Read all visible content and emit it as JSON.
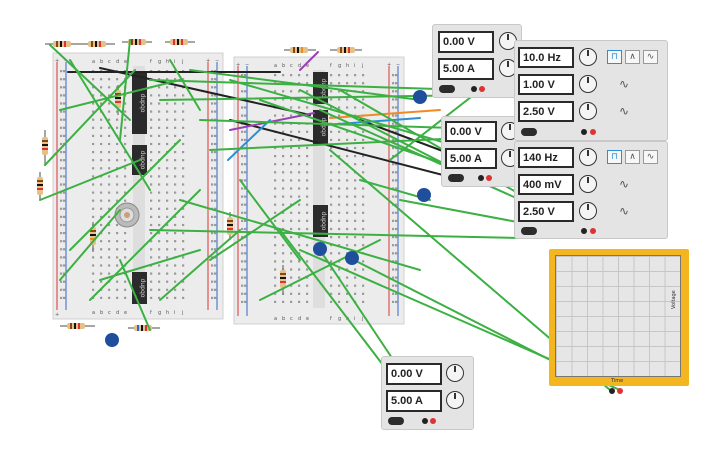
{
  "power_supply_1": {
    "voltage": "0.00 V",
    "current": "5.00 A"
  },
  "power_supply_2": {
    "voltage": "0.00 V",
    "current": "5.00 A"
  },
  "power_supply_3": {
    "voltage": "0.00 V",
    "current": "5.00 A"
  },
  "function_generator_1": {
    "frequency": "10.0 Hz",
    "amplitude": "1.00 V",
    "offset": "2.50 V"
  },
  "function_generator_2": {
    "frequency": "140 Hz",
    "amplitude": "400 mV",
    "offset": "2.50 V"
  },
  "oscilloscope": {
    "x_label": "Time",
    "y_label": "Voltage"
  },
  "breadboard": {
    "col_letters_left": [
      "a",
      "b",
      "c",
      "d",
      "e"
    ],
    "col_letters_right": [
      "f",
      "g",
      "h",
      "i",
      "j"
    ],
    "rail_plus": "+",
    "rail_minus": "−"
  },
  "chip_label": "dupqo",
  "colors": {
    "wire_green": "#3cb043",
    "wire_black": "#222222",
    "wire_orange": "#f08a24",
    "wire_purple": "#9b3fb5",
    "wire_blue": "#2b8fd4",
    "rail_red": "#d33",
    "rail_blue": "#3366cc",
    "capacitor": "#1f4e9c",
    "scope_frame": "#f3b61e",
    "breadboard": "#ededed"
  }
}
